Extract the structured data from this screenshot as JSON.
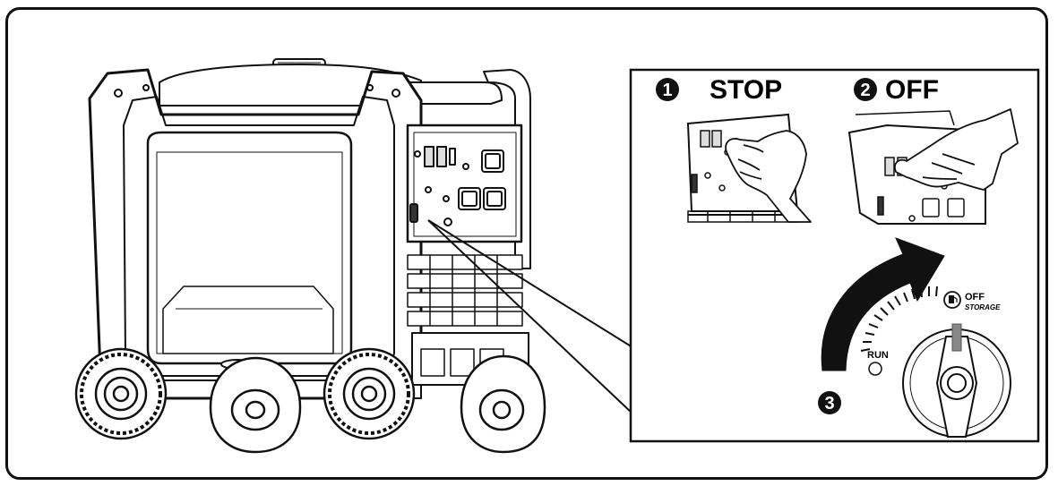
{
  "steps": [
    {
      "number": "1",
      "label": "STOP"
    },
    {
      "number": "2",
      "label": "OFF"
    },
    {
      "number": "3",
      "label": ""
    }
  ],
  "fuel_valve": {
    "off_label": "OFF",
    "storage_label": "STORAGE",
    "run_label": "RUN"
  },
  "icons": [
    "generator-illustration",
    "hand-icon",
    "fuel-pump-icon",
    "rotate-arrow-icon"
  ]
}
